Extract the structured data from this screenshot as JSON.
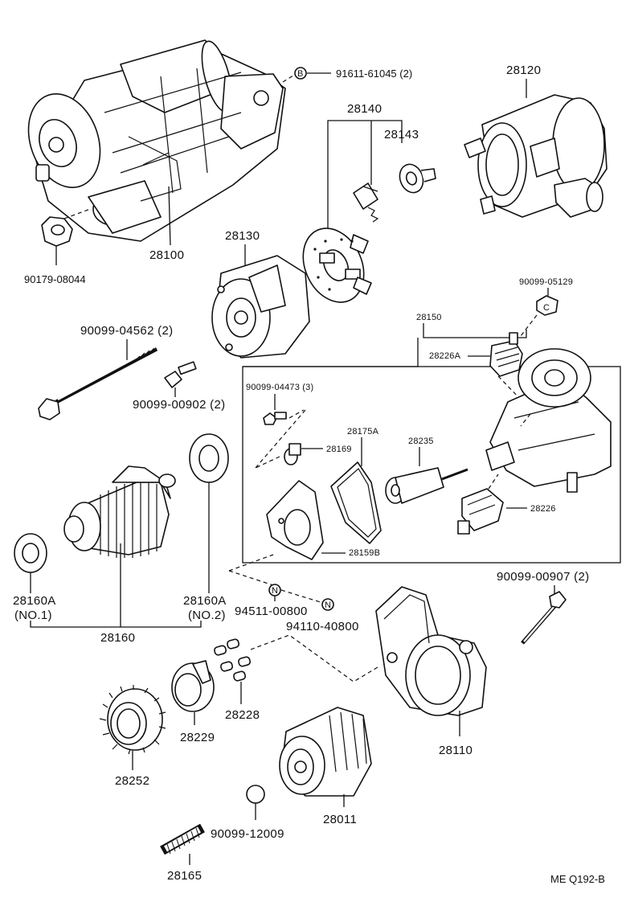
{
  "title_code": "ME Q192-B",
  "labels": {
    "starter": "28100",
    "nut": "90179-08044",
    "bolt_b": "91611-61045 (2)",
    "marker_b": "B",
    "brush_holder": "28140",
    "brush_spring": "28143",
    "yoke": "28120",
    "commutator_end_frame": "28130",
    "through_bolt": "90099-04562 (2)",
    "screw_902": "90099-00902 (2)",
    "cap_05129": "90099-05129",
    "marker_c": "C",
    "switch_assy": "28150",
    "terminal_a": "28226A",
    "screw_04473": "90099-04473 (3)",
    "contact_plate_169": "28169",
    "gasket_175a": "28175A",
    "plunger": "28235",
    "terminal_226": "28226",
    "cover_159b": "28159B",
    "bearing_a1": "28160A",
    "bearing_a1_note": "(NO.1)",
    "bearing_a2": "28160A",
    "bearing_a2_note": "(NO.2)",
    "armature": "28160",
    "oring_800": "94511-00800",
    "marker_n1": "N",
    "oring_40800": "94110-40800",
    "marker_n2": "N",
    "bolt_907": "90099-00907 (2)",
    "rollers": "28228",
    "retainer": "28229",
    "idler_gear": "28252",
    "housing": "28110",
    "clutch": "28011",
    "ball": "90099-12009",
    "spring": "28165"
  }
}
